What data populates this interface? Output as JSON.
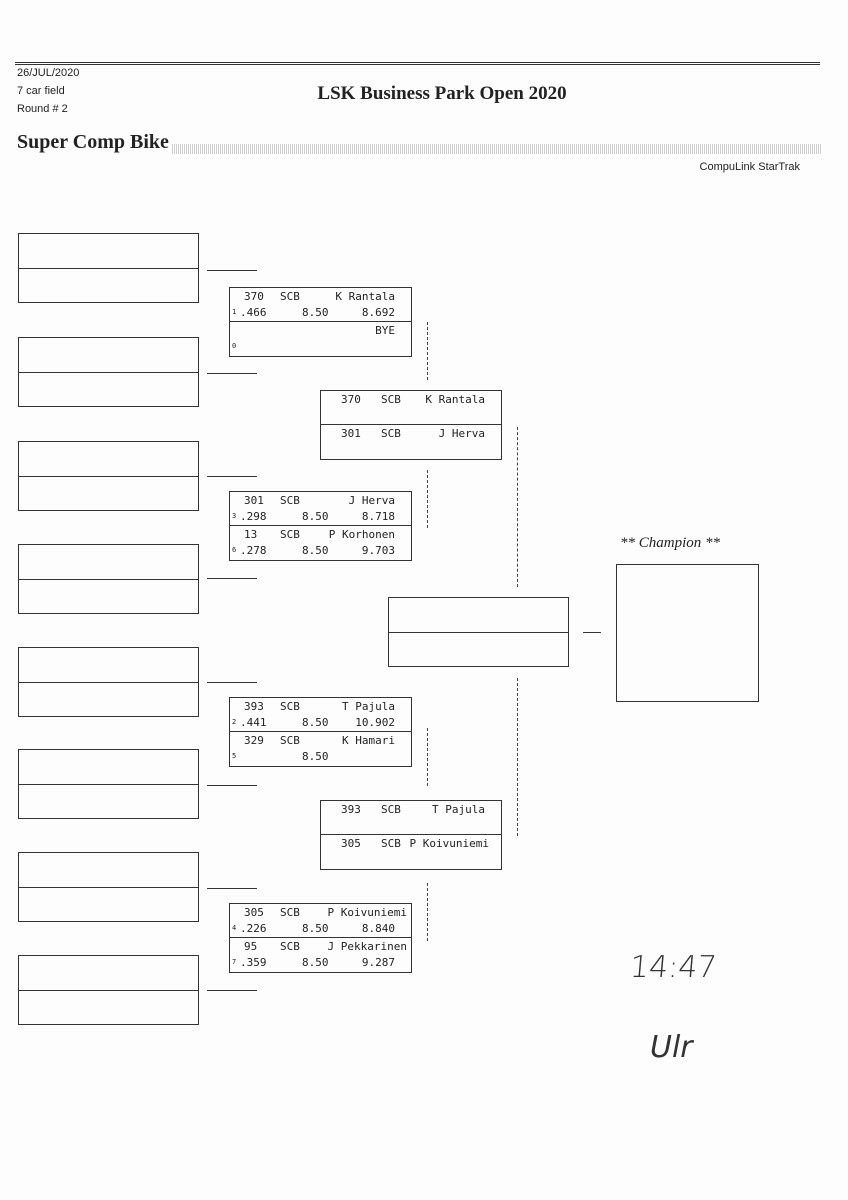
{
  "header": {
    "date": "26/JUL/2020",
    "field": "7 car field",
    "round": "Round # 2",
    "title": "LSK Business Park Open 2020",
    "class_name": "Super Comp Bike",
    "software": "CompuLink StarTrak"
  },
  "round1": [
    {
      "top": {
        "seed": "1",
        "num": "370",
        "cls": "SCB",
        "name": "K Rantala",
        "rt": ".466",
        "dial": "8.50",
        "et": "8.692"
      },
      "bottom": {
        "seed": "0",
        "num": "",
        "cls": "",
        "name": "BYE",
        "rt": "",
        "dial": "",
        "et": ""
      }
    },
    {
      "top": {
        "seed": "3",
        "num": "301",
        "cls": "SCB",
        "name": "J Herva",
        "rt": ".298",
        "dial": "8.50",
        "et": "8.718"
      },
      "bottom": {
        "seed": "6",
        "num": "13",
        "cls": "SCB",
        "name": "P Korhonen",
        "rt": ".278",
        "dial": "8.50",
        "et": "9.703"
      }
    },
    {
      "top": {
        "seed": "2",
        "num": "393",
        "cls": "SCB",
        "name": "T Pajula",
        "rt": ".441",
        "dial": "8.50",
        "et": "10.902"
      },
      "bottom": {
        "seed": "5",
        "num": "329",
        "cls": "SCB",
        "name": "K Hamari",
        "rt": "",
        "dial": "8.50",
        "et": ""
      }
    },
    {
      "top": {
        "seed": "4",
        "num": "305",
        "cls": "SCB",
        "name": "P Koivuniemi",
        "rt": ".226",
        "dial": "8.50",
        "et": "8.840"
      },
      "bottom": {
        "seed": "7",
        "num": "95",
        "cls": "SCB",
        "name": "J Pekkarinen",
        "rt": ".359",
        "dial": "8.50",
        "et": "9.287"
      }
    }
  ],
  "round2": [
    {
      "top": {
        "num": "370",
        "cls": "SCB",
        "name": "K Rantala"
      },
      "bottom": {
        "num": "301",
        "cls": "SCB",
        "name": "J Herva"
      }
    },
    {
      "top": {
        "num": "393",
        "cls": "SCB",
        "name": "T Pajula"
      },
      "bottom": {
        "num": "305",
        "cls": "SCB",
        "name": "P Koivuniemi"
      }
    }
  ],
  "champion_label": "** Champion **",
  "handwritten": {
    "time": "14:47",
    "initials": "Ulr"
  }
}
